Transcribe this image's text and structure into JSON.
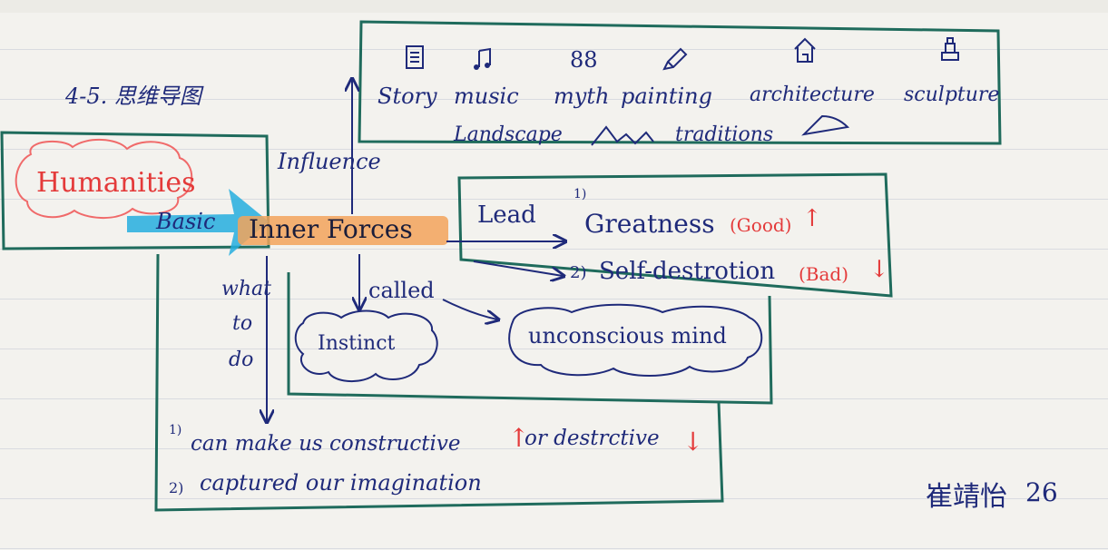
{
  "header": {
    "label": "4-5. 思维导图"
  },
  "center": {
    "label": "Inner Forces"
  },
  "humanities": {
    "label": "Humanities",
    "basic_label": "Basic"
  },
  "influence": {
    "edge_label": "Influence",
    "items": [
      "Story",
      "music",
      "myth",
      "painting",
      "architecture",
      "sculpture"
    ],
    "items2": [
      "Landscape",
      "traditions"
    ],
    "icons": [
      "document-icon",
      "music-note-icon",
      "eight-eight-icon",
      "pencil-icon",
      "house-icon",
      "statue-icon"
    ]
  },
  "lead": {
    "edge_label": "Lead",
    "items": [
      {
        "num": "1)",
        "text": "Greatness",
        "tag": "(Good)",
        "arrow": "↑"
      },
      {
        "num": "2)",
        "text": "Self-destrotion",
        "tag": "(Bad)",
        "arrow": "↓"
      }
    ]
  },
  "called": {
    "edge_label": "called",
    "items": [
      "Instinct",
      "unconscious mind"
    ]
  },
  "whatdo": {
    "edge_label": [
      "what",
      "to",
      "do"
    ],
    "items": [
      {
        "num": "1)",
        "pre": "can make us constructive",
        "up": "↑",
        "mid": "or destrctive",
        "down": "↓"
      },
      {
        "num": "2)",
        "text": "captured our imagination"
      }
    ]
  },
  "signature": {
    "name": "崔靖怡",
    "number": "26"
  },
  "colors": {
    "ink_blue": "#1f2a7a",
    "box_green": "#1f6b5c",
    "red": "#e43a3a",
    "cyan": "#25aede",
    "orange": "#f2a35a"
  }
}
